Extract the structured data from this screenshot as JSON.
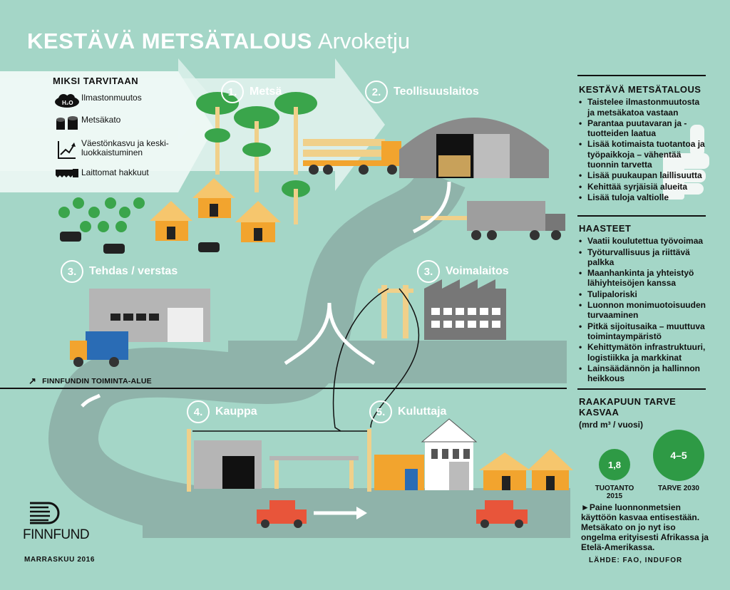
{
  "header": {
    "title_bold": "KESTÄVÄ METSÄTALOUS",
    "title_light": "Arvoketju"
  },
  "reasons": {
    "heading": "MIKSI TARVITAAN",
    "items": [
      {
        "label": "Ilmastonmuutos",
        "icon": "co2-cloud-icon"
      },
      {
        "label": "Metsäkato",
        "icon": "tree-stumps-icon"
      },
      {
        "label": "Väestönkasvu ja keski-luokkaistuminen",
        "icon": "growth-chart-icon"
      },
      {
        "label": "Laittomat hakkuut",
        "icon": "saw-icon"
      }
    ]
  },
  "stages": [
    {
      "num": "1.",
      "name": "Metsä"
    },
    {
      "num": "2.",
      "name": "Teollisuuslaitos"
    },
    {
      "num": "3.",
      "name": "Tehdas / verstas"
    },
    {
      "num": "3.",
      "name": "Voimalaitos"
    },
    {
      "num": "4.",
      "name": "Kauppa"
    },
    {
      "num": "5.",
      "name": "Kuluttaja"
    }
  ],
  "area_label": "FINNFUNDIN TOIMINTA-ALUE",
  "sustainable": {
    "heading": "KESTÄVÄ METSÄTALOUS",
    "items": [
      "Taistelee ilmastonmuutosta ja metsäkatoa vastaan",
      "Parantaa puutavaran ja -tuotteiden laatua",
      "Lisää kotimaista tuotantoa ja työpaikkoja – vähentää tuonnin tarvetta",
      "Lisää puukaupan laillisuutta",
      "Kehittää syrjäisiä alueita",
      "Lisää tuloja valtiolle"
    ]
  },
  "challenges": {
    "heading": "HAASTEET",
    "items": [
      "Vaatii koulutettua työvoimaa",
      "Työturvallisuus ja riittävä palkka",
      "Maanhankinta ja yhteistyö lähiyhteisöjen kanssa",
      "Tulipaloriski",
      "Luonnon monimuotoisuuden turvaaminen",
      "Pitkä sijoitusaika – muuttuva toimintaympäristö",
      "Kehittymätön infrastruktuuri, logistiikka ja markkinat",
      "Lainsäädännön ja hallinnon heikkous"
    ]
  },
  "demand": {
    "heading": "RAAKAPUUN TARVE KASVAA",
    "unit": "(mrd m³ / vuosi)",
    "production_value": "1,8",
    "production_label": "TUOTANTO 2015",
    "need_value": "4–5",
    "need_label": "TARVE 2030",
    "circle_color": "#2e9a45",
    "note": "►Paine luonnonmetsien käyttöön kasvaa entisestään. Metsäkato on jo nyt iso ongelma erityisesti Afrikassa ja Etelä-Amerikassa.",
    "source": "LÄHDE: FAO, INDUFOR"
  },
  "footer": {
    "logo_text": "FINNFUND",
    "date": "MARRASKUU 2016"
  },
  "colors": {
    "background": "#a4d6c7",
    "road": "#8fb3aa",
    "accent_orange": "#f2a42e",
    "tree_green": "#3aa54b"
  }
}
